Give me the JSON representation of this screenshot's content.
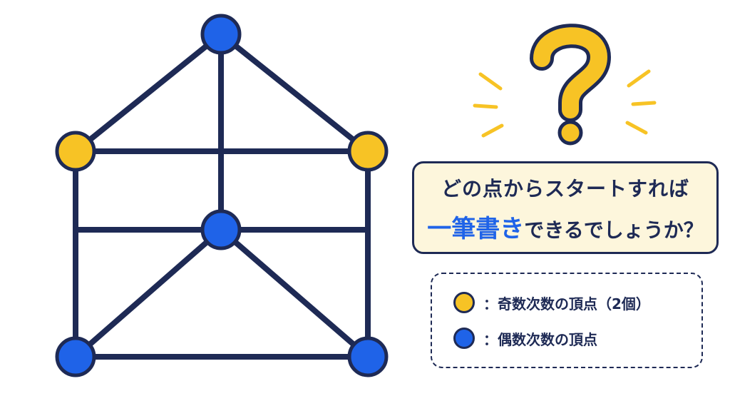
{
  "question": {
    "line1": "どの点からスタートすれば",
    "line2_highlight": "一筆書き",
    "line2_rest": "できるでしょうか？"
  },
  "legend": [
    {
      "color": "#f7c325",
      "label": "：奇数次数の頂点（2個）"
    },
    {
      "color": "#1f63e8",
      "label": "：偶数次数の頂点"
    }
  ],
  "colors": {
    "odd": "#f7c325",
    "even": "#1f63e8",
    "edge": "#1e2a55",
    "qmark": "#f7c325"
  },
  "icons": {
    "question": "question-mark-icon"
  }
}
